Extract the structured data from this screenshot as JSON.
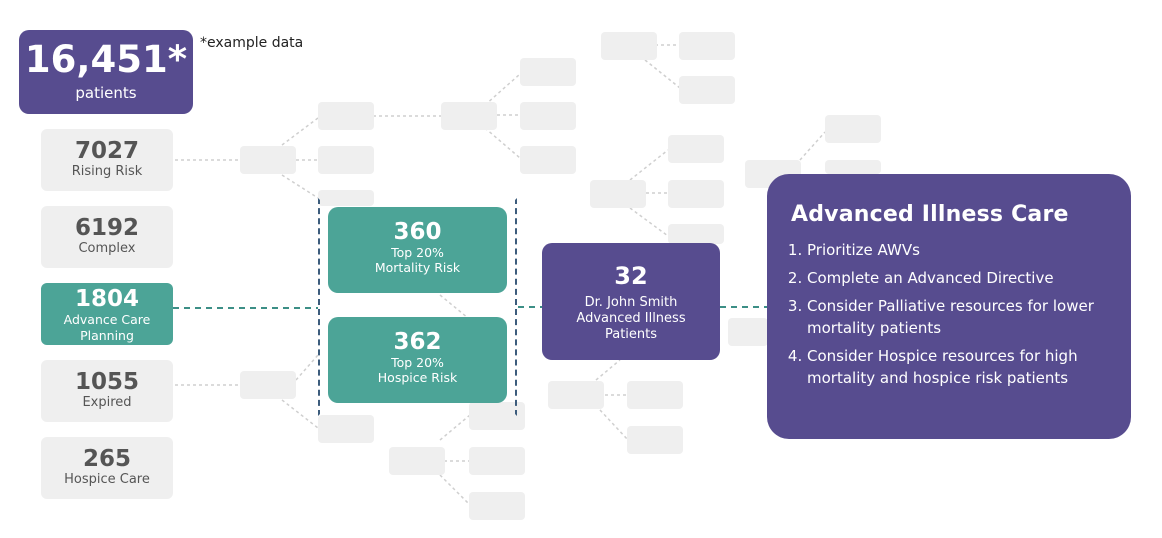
{
  "total": {
    "value": "16,451*",
    "label": "patients"
  },
  "note": "*example data",
  "categories": [
    {
      "value": "7027",
      "label": "Rising Risk"
    },
    {
      "value": "6192",
      "label": "Complex"
    },
    {
      "value": "1804",
      "label": "Advance Care Planning"
    },
    {
      "value": "1055",
      "label": "Expired"
    },
    {
      "value": "265",
      "label": "Hospice Care"
    }
  ],
  "segments": [
    {
      "value": "360",
      "line1": "Top 20%",
      "line2": "Mortality Risk"
    },
    {
      "value": "362",
      "line1": "Top 20%",
      "line2": "Hospice Risk"
    }
  ],
  "doctor": {
    "value": "32",
    "line1": "Dr. John Smith",
    "line2": "Advanced Illness",
    "line3": "Patients"
  },
  "care": {
    "title": "Advanced Illness Care",
    "items": [
      "Prioritize AWVs",
      "Complete an Advanced Directive",
      "Consider Palliative resources for lower mortality patients",
      "Consider Hospice resources for high mortality and hospice risk patients"
    ]
  },
  "colors": {
    "purple": "#574c8f",
    "teal": "#4ca497",
    "ghost": "#efefef",
    "dashed_line": "#3c8f86"
  }
}
